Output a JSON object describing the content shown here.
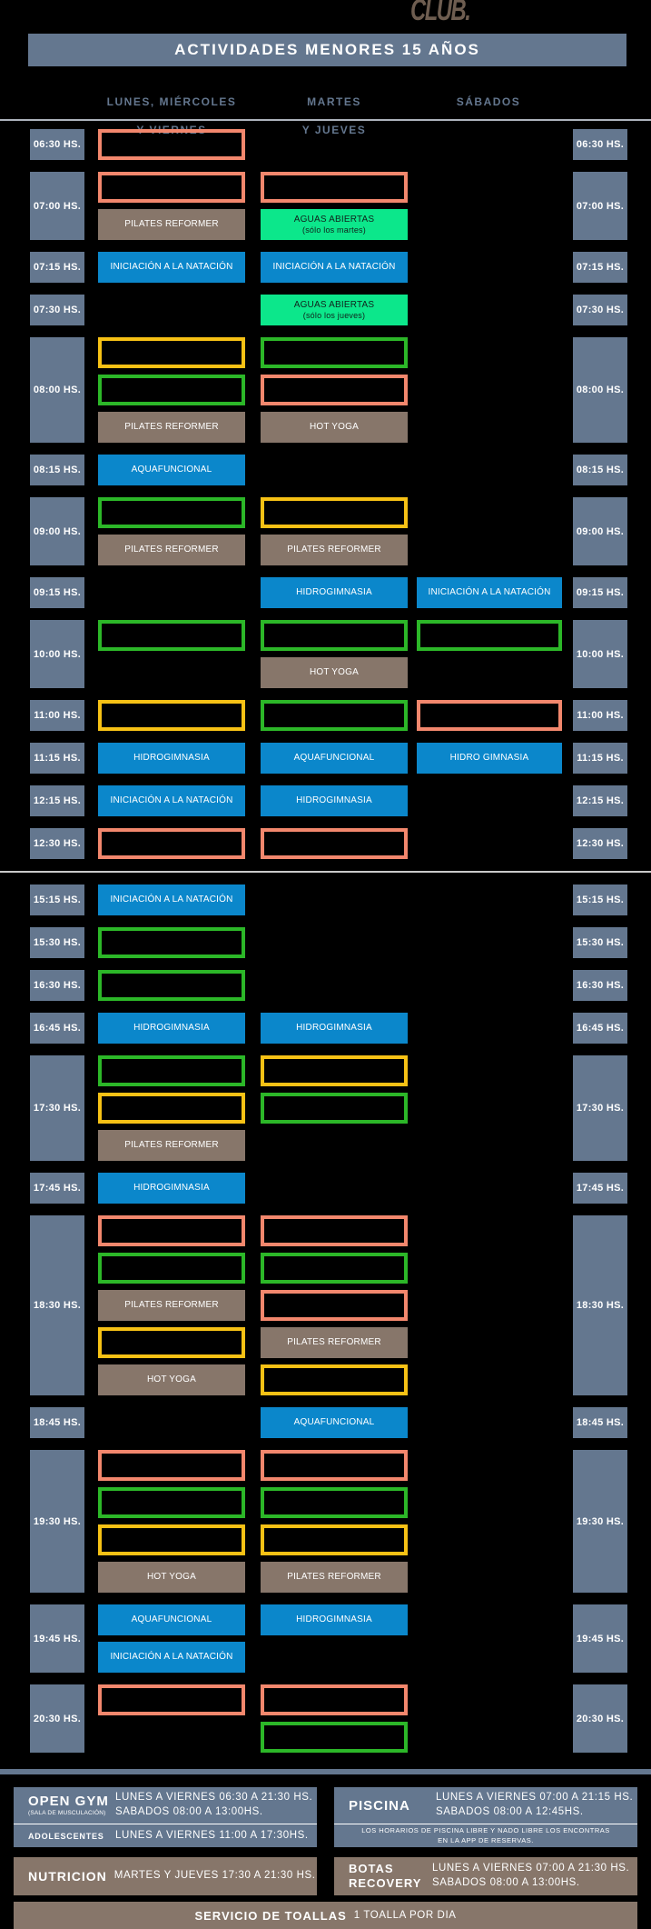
{
  "logo": "CLUB.",
  "title": "ACTIVIDADES MENORES 15 AÑOS",
  "columns": [
    {
      "line1": "LUNES, MIÉRCOLES",
      "line2": "Y VIERNES"
    },
    {
      "line1": "MARTES",
      "line2": "Y JUEVES"
    },
    {
      "line1": "SÁBADOS",
      "line2": ""
    }
  ],
  "colors": {
    "slate": "#64778F",
    "blue": "#0B87CB",
    "green": "#0CE78B",
    "taupe": "#87766A",
    "outline_salmon": "#F2876D",
    "outline_yellow": "#F6C115",
    "outline_green": "#2CB728"
  },
  "schedule": [
    {
      "time": "06:30 HS.",
      "cols": [
        [
          {
            "o": "salmon"
          }
        ],
        [],
        []
      ]
    },
    {
      "time": "07:00 HS.",
      "cols": [
        [
          {
            "o": "salmon"
          },
          {
            "f": "taupe",
            "l": "PILATES REFORMER"
          }
        ],
        [
          {
            "o": "salmon"
          },
          {
            "f": "green",
            "l": "AGUAS ABIERTAS",
            "s": "(sólo los martes)"
          }
        ],
        []
      ]
    },
    {
      "time": "07:15 HS.",
      "cols": [
        [
          {
            "f": "blue",
            "l": "INICIACIÓN A LA NATACIÓN"
          }
        ],
        [
          {
            "f": "blue",
            "l": "INICIACIÓN A LA NATACIÓN"
          }
        ],
        []
      ]
    },
    {
      "time": "07:30 HS.",
      "cols": [
        [],
        [
          {
            "f": "green",
            "l": "AGUAS ABIERTAS",
            "s": "(sólo los jueves)"
          }
        ],
        []
      ]
    },
    {
      "time": "08:00 HS.",
      "cols": [
        [
          {
            "o": "yellow"
          },
          {
            "o": "green"
          },
          {
            "f": "taupe",
            "l": "PILATES REFORMER"
          }
        ],
        [
          {
            "o": "green"
          },
          {
            "o": "salmon"
          },
          {
            "f": "taupe",
            "l": "HOT YOGA"
          }
        ],
        []
      ]
    },
    {
      "time": "08:15 HS.",
      "cols": [
        [
          {
            "f": "blue",
            "l": "AQUAFUNCIONAL"
          }
        ],
        [],
        []
      ]
    },
    {
      "time": "09:00 HS.",
      "cols": [
        [
          {
            "o": "green"
          },
          {
            "f": "taupe",
            "l": "PILATES REFORMER"
          }
        ],
        [
          {
            "o": "yellow"
          },
          {
            "f": "taupe",
            "l": "PILATES REFORMER"
          }
        ],
        []
      ]
    },
    {
      "time": "09:15 HS.",
      "cols": [
        [],
        [
          {
            "f": "blue",
            "l": "HIDROGIMNASIA"
          }
        ],
        [
          {
            "f": "blue",
            "l": "INICIACIÓN A LA NATACIÓN"
          }
        ]
      ]
    },
    {
      "time": "10:00 HS.",
      "cols": [
        [
          {
            "o": "green"
          }
        ],
        [
          {
            "o": "green"
          },
          {
            "f": "taupe",
            "l": "HOT YOGA"
          }
        ],
        [
          {
            "o": "green"
          }
        ]
      ]
    },
    {
      "time": "11:00 HS.",
      "cols": [
        [
          {
            "o": "yellow"
          }
        ],
        [
          {
            "o": "green"
          }
        ],
        [
          {
            "o": "salmon"
          }
        ]
      ]
    },
    {
      "time": "11:15 HS.",
      "cols": [
        [
          {
            "f": "blue",
            "l": "HIDROGIMNASIA"
          }
        ],
        [
          {
            "f": "blue",
            "l": "AQUAFUNCIONAL"
          }
        ],
        [
          {
            "f": "blue",
            "l": "HIDRO GIMNASIA"
          }
        ]
      ]
    },
    {
      "time": "12:15 HS.",
      "cols": [
        [
          {
            "f": "blue",
            "l": "INICIACIÓN A LA NATACIÓN"
          }
        ],
        [
          {
            "f": "blue",
            "l": "HIDROGIMNASIA"
          }
        ],
        []
      ]
    },
    {
      "time": "12:30 HS.",
      "cols": [
        [
          {
            "o": "salmon"
          }
        ],
        [
          {
            "o": "salmon"
          }
        ],
        []
      ]
    },
    {
      "divider": true
    },
    {
      "time": "15:15 HS.",
      "cols": [
        [
          {
            "f": "blue",
            "l": "INICIACIÓN A LA NATACIÓN"
          }
        ],
        [],
        []
      ]
    },
    {
      "time": "15:30 HS.",
      "cols": [
        [
          {
            "o": "green"
          }
        ],
        [],
        []
      ]
    },
    {
      "time": "16:30 HS.",
      "cols": [
        [
          {
            "o": "green"
          }
        ],
        [],
        []
      ]
    },
    {
      "time": "16:45 HS.",
      "cols": [
        [
          {
            "f": "blue",
            "l": "HIDROGIMNASIA"
          }
        ],
        [
          {
            "f": "blue",
            "l": "HIDROGIMNASIA"
          }
        ],
        []
      ]
    },
    {
      "time": "17:30 HS.",
      "cols": [
        [
          {
            "o": "green"
          },
          {
            "o": "yellow"
          },
          {
            "f": "taupe",
            "l": "PILATES REFORMER"
          }
        ],
        [
          {
            "o": "yellow"
          },
          {
            "o": "green"
          }
        ],
        []
      ]
    },
    {
      "time": "17:45 HS.",
      "cols": [
        [
          {
            "f": "blue",
            "l": "HIDROGIMNASIA"
          }
        ],
        [],
        []
      ]
    },
    {
      "time": "18:30 HS.",
      "cols": [
        [
          {
            "o": "salmon"
          },
          {
            "o": "green"
          },
          {
            "f": "taupe",
            "l": "PILATES REFORMER"
          },
          {
            "o": "yellow"
          },
          {
            "f": "taupe",
            "l": "HOT YOGA"
          }
        ],
        [
          {
            "o": "salmon"
          },
          {
            "o": "green"
          },
          {
            "o": "salmon"
          },
          {
            "f": "taupe",
            "l": "PILATES REFORMER"
          },
          {
            "o": "yellow"
          }
        ],
        []
      ]
    },
    {
      "time": "18:45 HS.",
      "cols": [
        [],
        [
          {
            "f": "blue",
            "l": "AQUAFUNCIONAL"
          }
        ],
        []
      ]
    },
    {
      "time": "19:30 HS.",
      "cols": [
        [
          {
            "o": "salmon"
          },
          {
            "o": "green"
          },
          {
            "o": "yellow"
          },
          {
            "f": "taupe",
            "l": "HOT YOGA"
          }
        ],
        [
          {
            "o": "salmon"
          },
          {
            "o": "green"
          },
          {
            "o": "yellow"
          },
          {
            "f": "taupe",
            "l": "PILATES REFORMER"
          }
        ],
        []
      ]
    },
    {
      "time": "19:45 HS.",
      "cols": [
        [
          {
            "f": "blue",
            "l": "AQUAFUNCIONAL"
          },
          {
            "f": "blue",
            "l": "INICIACIÓN A LA NATACIÓN"
          }
        ],
        [
          {
            "f": "blue",
            "l": "HIDROGIMNASIA"
          }
        ],
        []
      ]
    },
    {
      "time": "20:30 HS.",
      "cols": [
        [
          {
            "o": "salmon"
          }
        ],
        [
          {
            "o": "salmon"
          },
          {
            "o": "green"
          }
        ],
        []
      ]
    }
  ],
  "info": {
    "open_gym": {
      "label": "OPEN GYM",
      "sublabel": "(SALA DE MUSCULACIÓN)",
      "line1": "LUNES A VIERNES 06:30 A 21:30 HS.",
      "line2": "SABADOS 08:00 A 13:00HS."
    },
    "adolescentes": {
      "label": "ADOLESCENTES",
      "line1": "LUNES A VIERNES 11:00 A 17:30HS."
    },
    "piscina": {
      "label": "PISCINA",
      "line1": "LUNES A VIERNES 07:00 A 21:15 HS.",
      "line2": "SABADOS 08:00 A 12:45HS.",
      "note1": "LOS HORARIOS DE PISCINA LIBRE Y NADO LIBRE LOS ENCONTRAS",
      "note2": "EN LA APP DE RESERVAS."
    },
    "nutricion": {
      "label": "NUTRICION",
      "line1": "MARTES Y JUEVES 17:30 A 21:30 HS."
    },
    "botas": {
      "label": "BOTAS RECOVERY",
      "line1": "LUNES A VIERNES 07:00 A 21:30 HS.",
      "line2": "SABADOS 08:00 A 13:00HS."
    },
    "toallas": {
      "label": "SERVICIO DE TOALLAS",
      "value": "1 TOALLA POR DIA"
    }
  }
}
